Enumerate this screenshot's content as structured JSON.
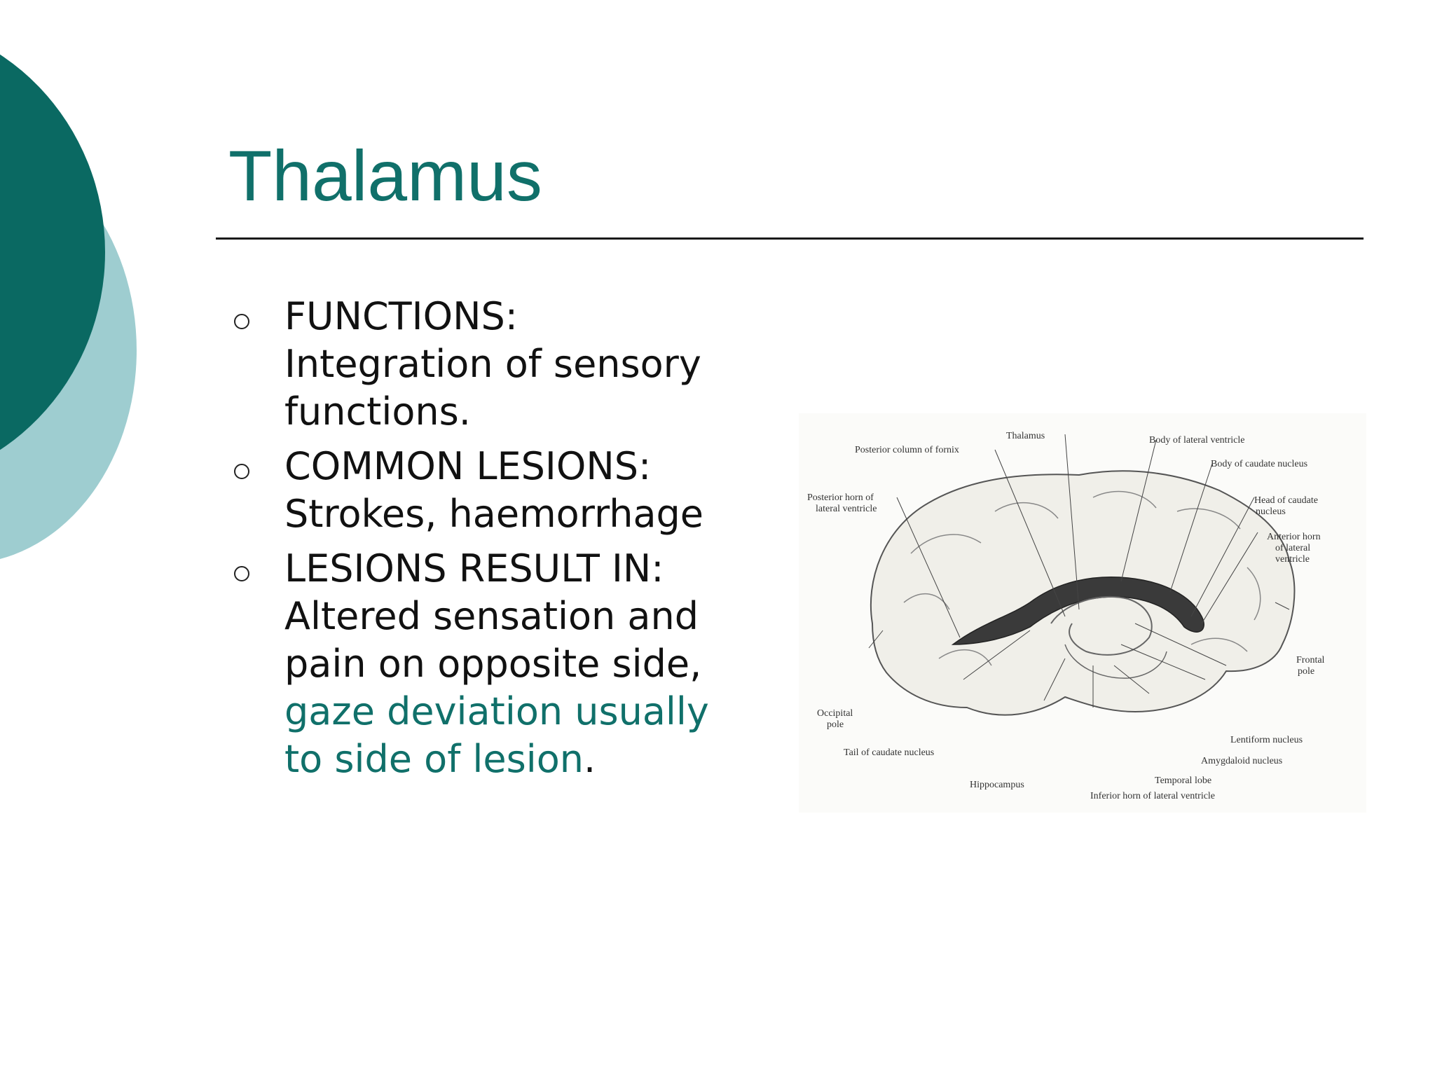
{
  "colors": {
    "accent": "#10706a",
    "circle_dark": "#0a6962",
    "circle_light": "#9ecdd0",
    "text": "#111111"
  },
  "title": "Thalamus",
  "bullets": [
    {
      "lines": [
        "FUNCTIONS:",
        "Integration of sensory",
        "functions."
      ]
    },
    {
      "lines": [
        "COMMON LESIONS:",
        "Strokes, haemorrhage"
      ]
    },
    {
      "lines": [
        "LESIONS RESULT IN:",
        "Altered sensation and",
        "pain on opposite side,"
      ],
      "accent_lines": [
        "gaze deviation usually",
        "to side of lesion"
      ],
      "tail": "."
    }
  ],
  "figure": {
    "labels": {
      "thalamus": "Thalamus",
      "posterior_column_fornix": "Posterior column of fornix",
      "body_lateral_ventricle": "Body of lateral ventricle",
      "body_caudate": "Body of caudate nucleus",
      "posterior_horn_1": "Posterior horn of",
      "posterior_horn_2": "lateral ventricle",
      "head_caudate_1": "Head of caudate",
      "head_caudate_2": "nucleus",
      "anterior_horn_1": "Anterior horn",
      "anterior_horn_2": "of lateral",
      "anterior_horn_3": "ventricle",
      "frontal_pole_1": "Frontal",
      "frontal_pole_2": "pole",
      "occipital_pole_1": "Occipital",
      "occipital_pole_2": "pole",
      "tail_caudate": "Tail of caudate nucleus",
      "lentiform": "Lentiform nucleus",
      "amygdaloid": "Amygdaloid nucleus",
      "temporal_lobe": "Temporal lobe",
      "hippocampus": "Hippocampus",
      "inferior_horn": "Inferior horn of lateral ventricle"
    }
  }
}
